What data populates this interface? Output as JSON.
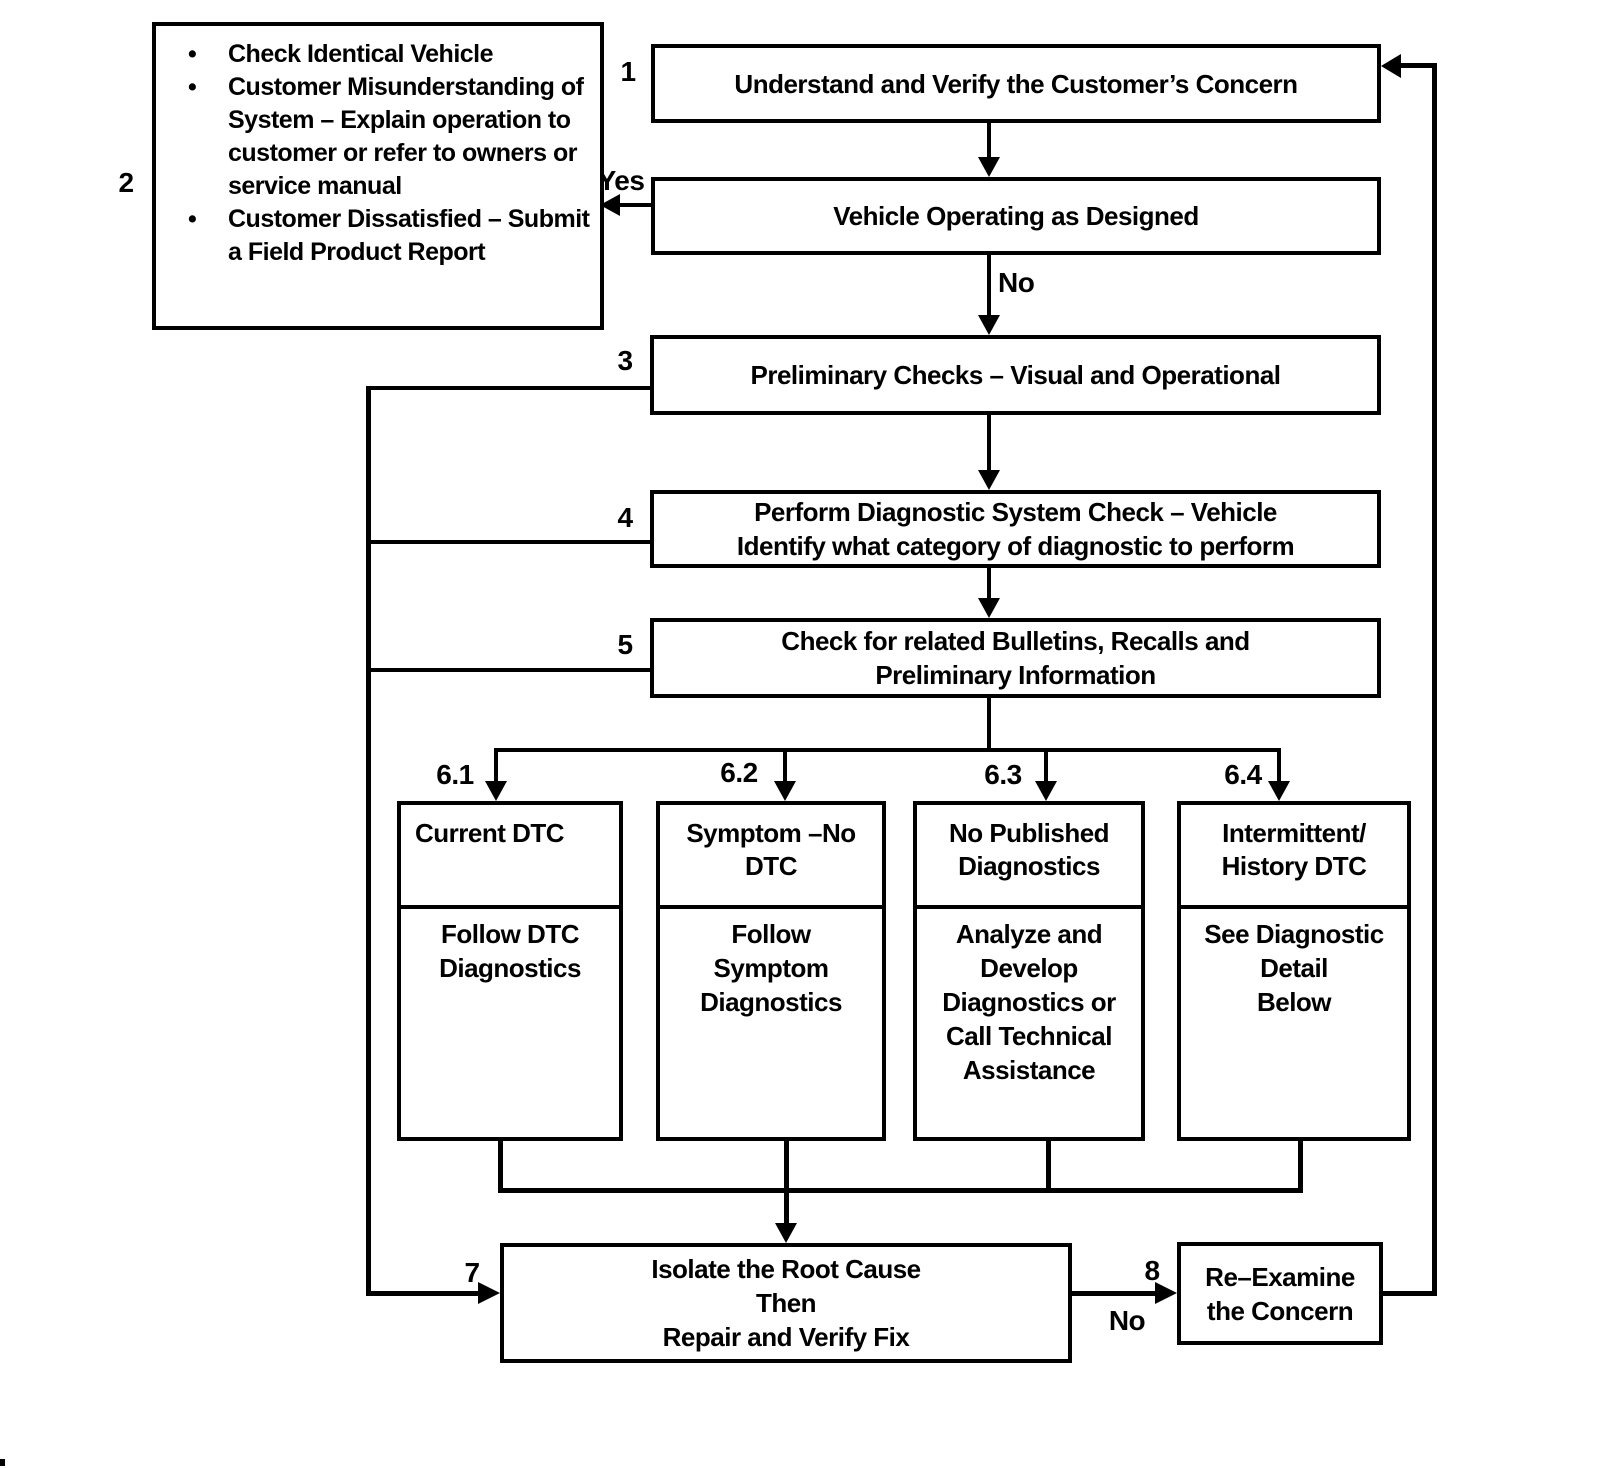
{
  "flow": {
    "step1": {
      "num": "1",
      "text": "Understand and Verify the Customer’s Concern"
    },
    "step2": {
      "num": "2",
      "items": [
        "Check Identical Vehicle",
        "Customer Misunderstanding of\nSystem – Explain operation to\ncustomer or refer to owners or\nservice manual",
        "Customer Dissatisfied – Submit\na Field Product Report"
      ]
    },
    "decision": {
      "text": "Vehicle Operating as Designed",
      "yes_label": "Yes",
      "no_label": "No"
    },
    "step3": {
      "num": "3",
      "text": "Preliminary Checks – Visual and Operational"
    },
    "step4": {
      "num": "4",
      "text": "Perform Diagnostic System Check – Vehicle\nIdentify what category of diagnostic to perform"
    },
    "step5": {
      "num": "5",
      "text": "Check for related Bulletins, Recalls and\nPreliminary Information"
    },
    "branches": [
      {
        "num": "6.1",
        "header": "Current DTC",
        "body": "Follow DTC\nDiagnostics"
      },
      {
        "num": "6.2",
        "header": "Symptom –No\nDTC",
        "body": "Follow\nSymptom\nDiagnostics"
      },
      {
        "num": "6.3",
        "header": "No Published\nDiagnostics",
        "body": "Analyze and\nDevelop\nDiagnostics or\nCall Technical\nAssistance"
      },
      {
        "num": "6.4",
        "header": "Intermittent/\nHistory DTC",
        "body": "See Diagnostic\nDetail\nBelow"
      }
    ],
    "step7": {
      "num": "7",
      "text": "Isolate the Root Cause\nThen\nRepair and Verify Fix"
    },
    "step8": {
      "num": "8",
      "text": "Re–Examine\nthe Concern",
      "no_label": "No"
    },
    "colors": {
      "line": "#000000",
      "background": "#ffffff"
    }
  }
}
